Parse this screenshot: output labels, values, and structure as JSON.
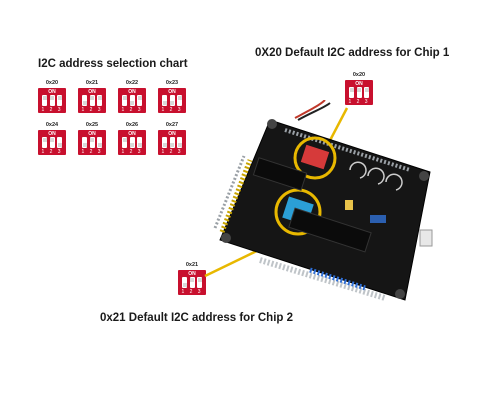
{
  "chart_title": "I2C address selection chart",
  "chip1_caption": "0X20 Default I2C address for Chip 1",
  "chip2_caption": "0x21 Default I2C address for Chip 2",
  "switch_on_label": "ON",
  "switch_numbers": "1 2 3",
  "addresses": [
    "0x20",
    "0x21",
    "0x22",
    "0x23",
    "0x24",
    "0x25",
    "0x26",
    "0x27"
  ],
  "chip1_address": "0x20",
  "chip2_address": "0x21",
  "colors": {
    "switch_red": "#c8102e",
    "highlight_yellow": "#e8b800",
    "board": "#151515"
  }
}
